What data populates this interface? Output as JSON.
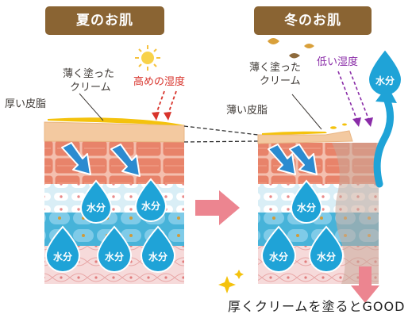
{
  "summer": {
    "title": "夏のお肌",
    "thin_cream": [
      "薄く塗った",
      "クリーム"
    ],
    "thick_sebum": "厚い皮脂",
    "humidity": "高めの湿度"
  },
  "winter": {
    "title": "冬のお肌",
    "thin_cream": [
      "薄く塗った",
      "クリーム"
    ],
    "thin_sebum": "薄い皮脂",
    "humidity": "低い湿度"
  },
  "water_label": "水分",
  "caption": "厚くクリームを塗るとGOOD",
  "colors": {
    "title_bg": "#8a6433",
    "sebum_summer": "#f3c9a0",
    "cream": "#f4c20d",
    "cell_orange": "#e8836a",
    "band_light_blue": "#d9eef6",
    "band_blue": "#47b3d9",
    "drop_blue": "#1fa3d7",
    "pink_base": "#f6dada",
    "arrow_pink": "#ec8590",
    "red_arrow": "#d8342c",
    "purple_arrow": "#8a2ca8",
    "dry_overlay": "#c9a99a"
  },
  "icons": [
    "sun-icon",
    "falling-leaf-icon",
    "sparkle-icon",
    "water-drop-icon",
    "down-arrow-icon",
    "right-arrow-icon"
  ]
}
